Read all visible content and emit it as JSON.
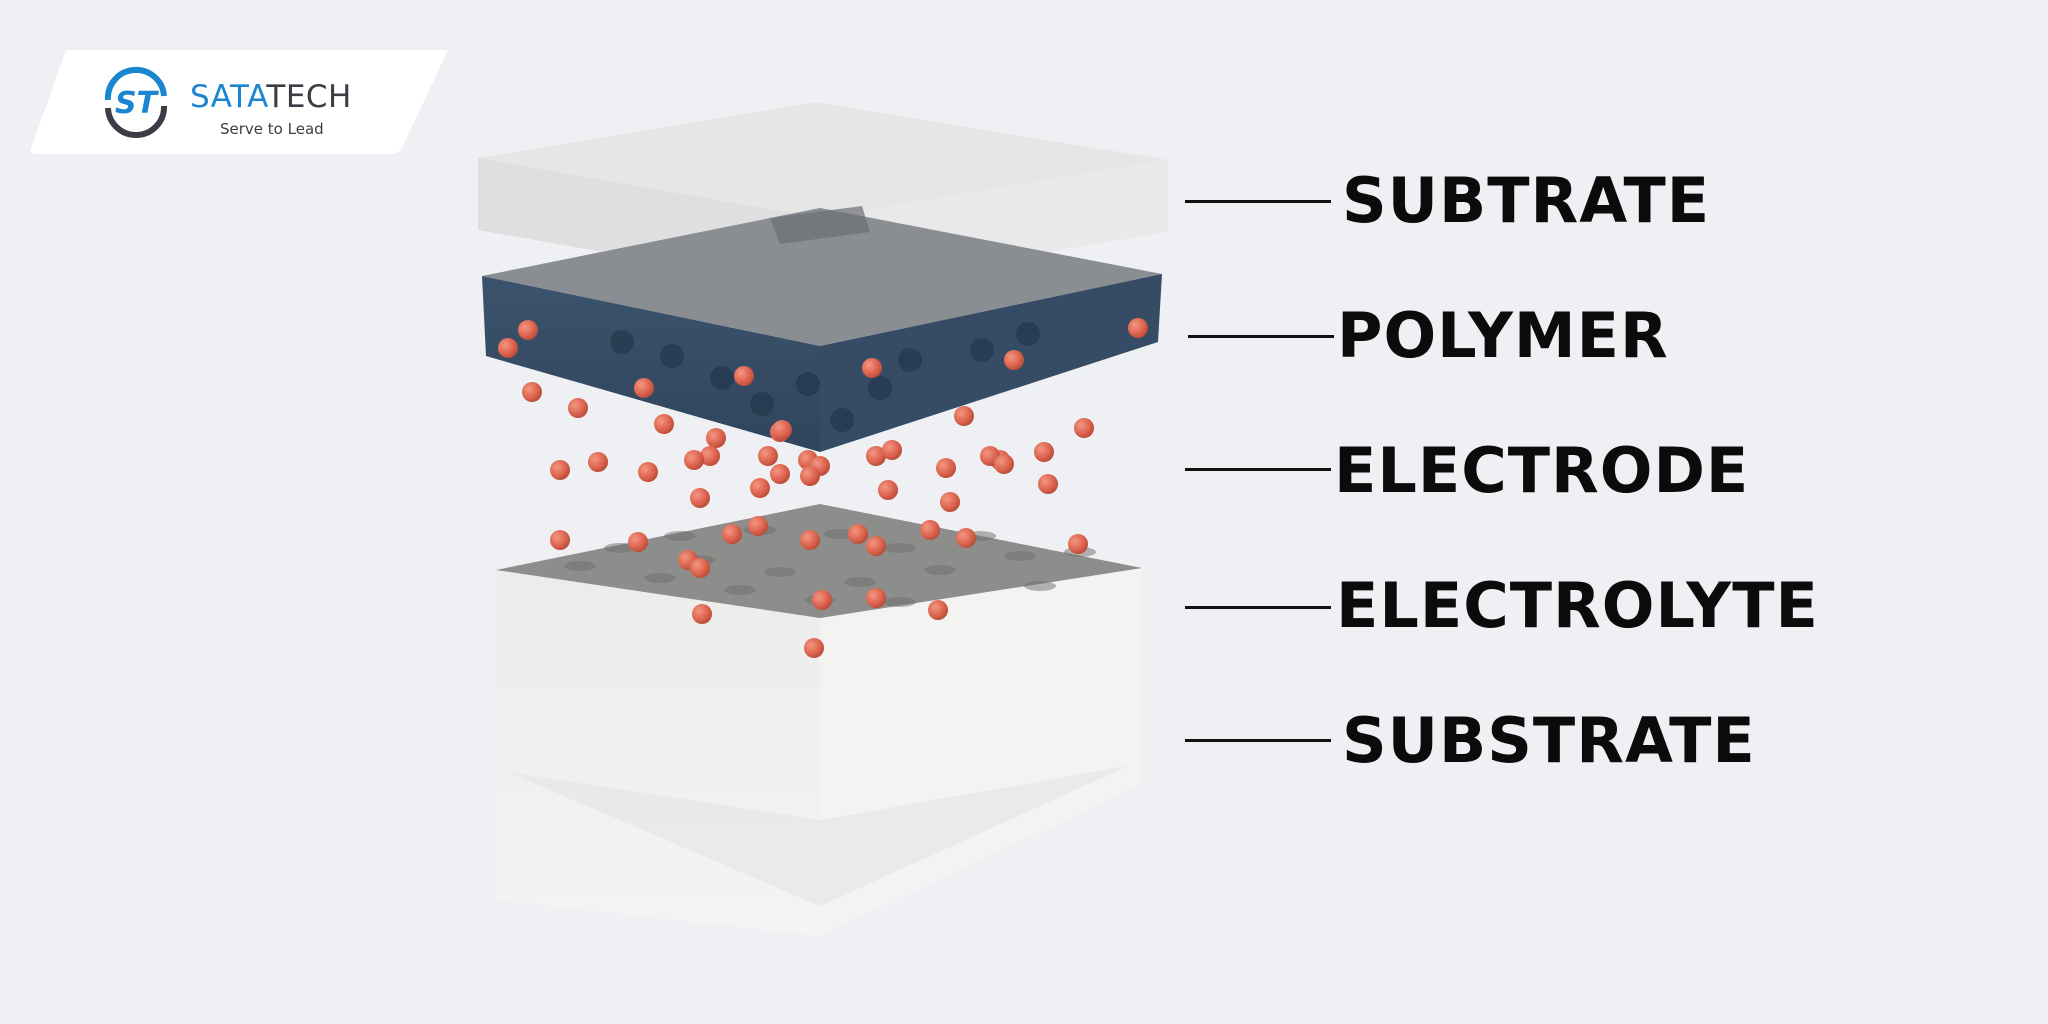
{
  "logo": {
    "monogram": "ST",
    "brand_part1": "SATA",
    "brand_part2": "TECH",
    "tagline": "Serve to Lead",
    "colors": {
      "blue": "#1a86d0",
      "dark": "#3a3d44"
    }
  },
  "layers": [
    {
      "label": "SUBTRATE"
    },
    {
      "label": "POLYMER"
    },
    {
      "label": "ELECTRODE"
    },
    {
      "label": "ELECTROLYTE"
    },
    {
      "label": "SUBSTRATE"
    }
  ],
  "colors": {
    "background": "#eef0f4",
    "polymer": "#3d5670",
    "electrode_surface": "#8c8c8c",
    "particles": "#e06a55",
    "substrate": "#e9e9e7"
  }
}
